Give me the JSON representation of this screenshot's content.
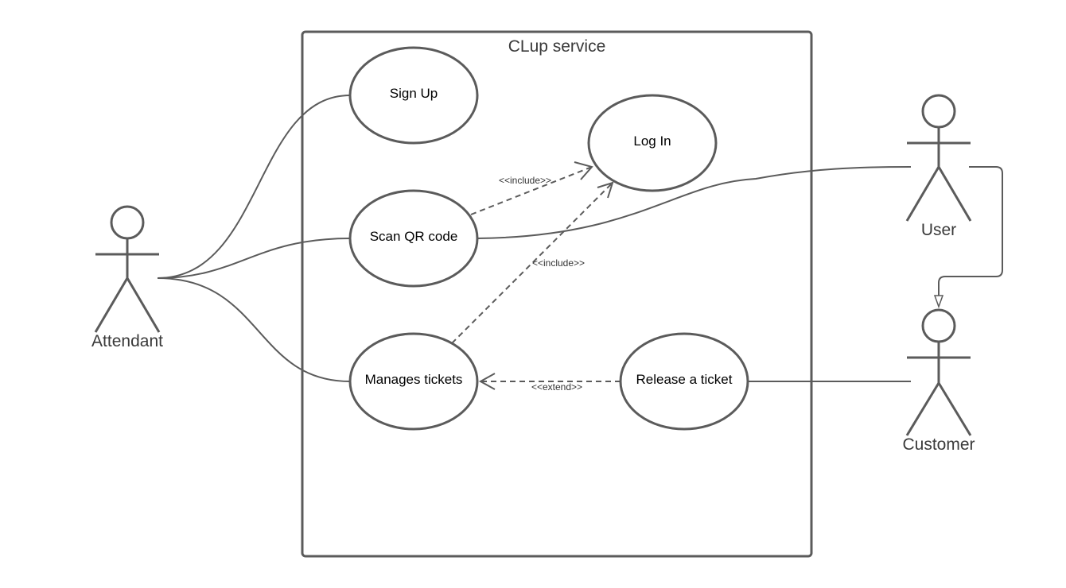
{
  "system": {
    "title": "CLup service"
  },
  "actors": {
    "attendant": "Attendant",
    "user": "User",
    "customer": "Customer"
  },
  "use_cases": {
    "sign_up": "Sign Up",
    "log_in": "Log In",
    "scan_qr": "Scan QR code",
    "manages_tickets": "Manages tickets",
    "release_ticket": "Release a ticket"
  },
  "relations": {
    "include_1": "<<include>>",
    "include_2": "<<include>>",
    "extend": "<<extend>>"
  },
  "colors": {
    "line": "#5b5b5b",
    "background": "#ffffff"
  }
}
